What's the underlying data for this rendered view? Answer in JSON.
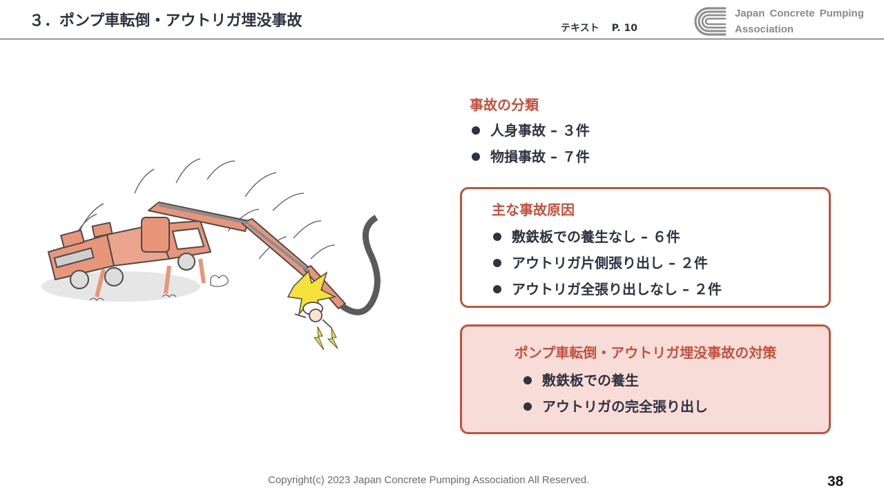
{
  "header": {
    "title": "３．ポンプ車転倒・アウトリガ埋没事故",
    "text_ref_label": "テキスト",
    "text_ref_page": "P. 10",
    "org_name_line1": "Japan  Concrete Pumping",
    "org_name_line2": "Association"
  },
  "illustration": {
    "icon": "overturned-pump-truck-illustration",
    "colors": {
      "truck": "#e8957a",
      "outline": "#4a4a4a",
      "flash": "#f5e13a"
    }
  },
  "accident_classification": {
    "heading": "事故の分類",
    "items": [
      "人身事故 – ３件",
      "物損事故 – ７件"
    ]
  },
  "main_causes": {
    "heading": "主な事故原因",
    "items": [
      "敷鉄板での養生なし – ６件",
      "アウトリガ片側張り出し – ２件",
      "アウトリガ全張り出しなし – ２件"
    ]
  },
  "countermeasures": {
    "heading": "ポンプ車転倒・アウトリガ埋没事故の対策",
    "items": [
      "敷鉄板での養生",
      "アウトリガの完全張り出し"
    ]
  },
  "footer": {
    "copyright": "Copyright(c)  2023  Japan Concrete Pumping Association All Reserved.",
    "page_number": "38"
  },
  "colors": {
    "accent": "#c4503b",
    "box_fill": "#f8dcd8",
    "text": "#2f3240"
  }
}
